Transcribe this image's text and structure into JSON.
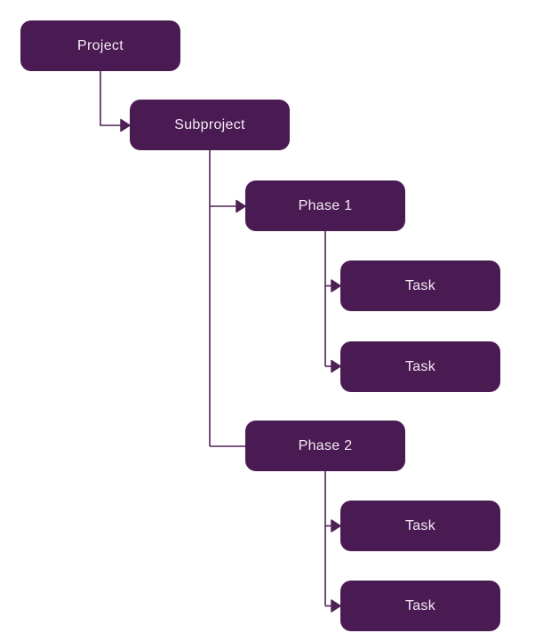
{
  "diagram": {
    "type": "hierarchy-flowchart",
    "nodes": [
      {
        "id": "project",
        "label": "Project",
        "level": 1
      },
      {
        "id": "subproject",
        "label": "Subproject",
        "level": 2
      },
      {
        "id": "phase-1",
        "label": "Phase 1",
        "level": 3
      },
      {
        "id": "task-1a",
        "label": "Task",
        "level": 4
      },
      {
        "id": "task-1b",
        "label": "Task",
        "level": 4
      },
      {
        "id": "phase-2",
        "label": "Phase 2",
        "level": 3
      },
      {
        "id": "task-2a",
        "label": "Task",
        "level": 4
      },
      {
        "id": "task-2b",
        "label": "Task",
        "level": 4
      }
    ],
    "edges": [
      {
        "from": "project",
        "to": "subproject",
        "arrowhead": true
      },
      {
        "from": "subproject",
        "to": "phase-1",
        "arrowhead": true
      },
      {
        "from": "phase-1",
        "to": "task-1a",
        "arrowhead": true
      },
      {
        "from": "phase-1",
        "to": "task-1b",
        "arrowhead": true
      },
      {
        "from": "subproject",
        "to": "phase-2",
        "arrowhead": false
      },
      {
        "from": "phase-2",
        "to": "task-2a",
        "arrowhead": true
      },
      {
        "from": "phase-2",
        "to": "task-2b",
        "arrowhead": true
      }
    ],
    "colors": {
      "node_fill": "#4A1A52",
      "node_text": "#F3EDF4",
      "connector": "#4E2154",
      "background": "#FFFFFF"
    }
  }
}
